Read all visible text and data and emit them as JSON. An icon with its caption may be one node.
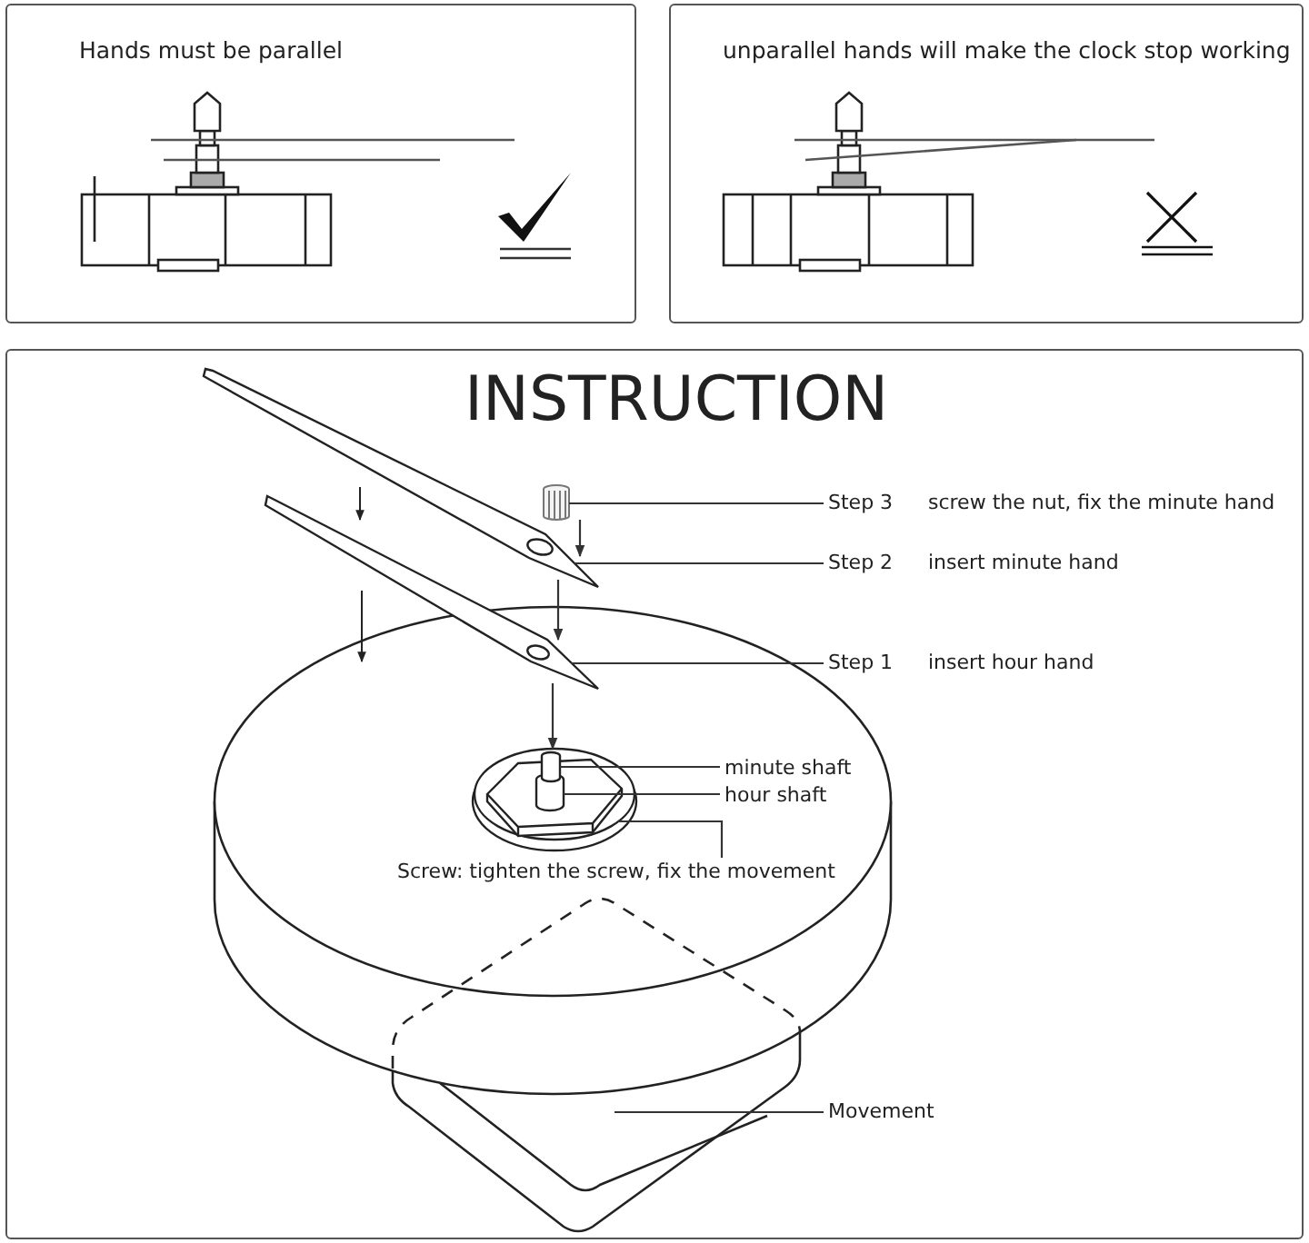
{
  "diagram": {
    "nodes": [
      {
        "text": [
          "Hands must be parallel"
        ]
      },
      {
        "text": [
          "unparallel hands will make the clock stop working"
        ]
      },
      {
        "text": [
          "INSTRUCTION"
        ]
      },
      {
        "text": [
          "Step 3",
          "screw the nut, fix the minute hand"
        ],
        "in": 2
      },
      {
        "text": [
          "Step 2",
          "insert minute hand"
        ],
        "in": 2
      },
      {
        "text": [
          "Step 1",
          "insert hour hand"
        ],
        "in": 2
      },
      {
        "text": [
          "minute shaft"
        ],
        "in": 2
      },
      {
        "text": [
          "hour shaft"
        ],
        "in": 2
      },
      {
        "text": [
          "Screw: tighten the screw, fix the movement"
        ],
        "in": 2
      },
      {
        "text": [
          "Movement"
        ],
        "in": 2
      },
      {
        "text": [],
        "shape": "cylinder",
        "in": 2
      },
      {
        "text": [],
        "shape": "picture",
        "in": 2
      },
      {
        "text": [],
        "shape": "picture",
        "in": 2
      },
      {
        "text": [],
        "shape": "cylinder",
        "in": 15
      },
      {
        "text": [],
        "shape": "cylinder",
        "in": 15
      },
      {
        "text": [],
        "shape": "picture",
        "in": 2
      },
      {
        "text": [],
        "shape": "box",
        "in": 2
      }
    ],
    "edges": [
      {
        "from": 3,
        "to": 10,
        "arrow": "none"
      },
      {
        "from": 4,
        "to": 11,
        "arrow": "none"
      },
      {
        "from": 5,
        "to": 12,
        "arrow": "none"
      },
      {
        "from": 6,
        "to": 13,
        "arrow": "none"
      },
      {
        "from": 7,
        "to": 14,
        "arrow": "none"
      },
      {
        "from": 8,
        "to": 15,
        "arrow": "none"
      },
      {
        "from": 9,
        "to": 16,
        "arrow": "none"
      },
      {
        "from": 10,
        "to": 11,
        "arrow": "to"
      },
      {
        "from": 11,
        "to": 12,
        "arrow": "to"
      },
      {
        "from": 12,
        "to": 13,
        "arrow": "to"
      }
    ]
  }
}
